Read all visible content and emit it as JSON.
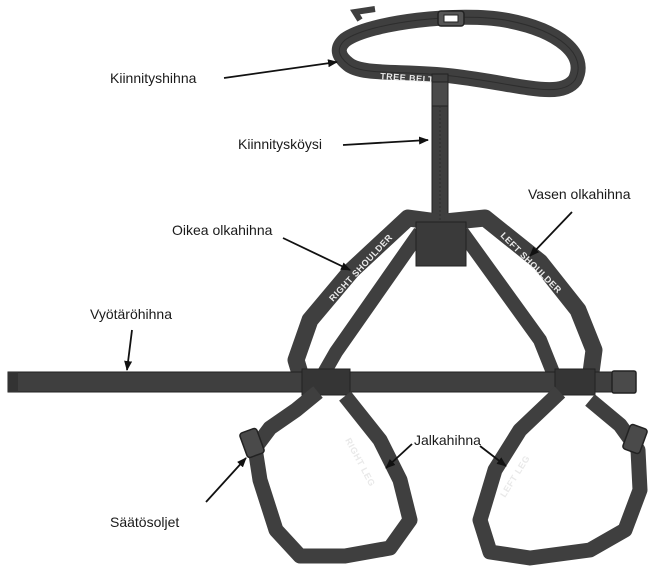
{
  "labels": {
    "tree_belt": "Kiinnityshihna",
    "tether": "Kiinnitysköysi",
    "right_shoulder": "Oikea olkahihna",
    "left_shoulder": "Vasen olkahihna",
    "waist_belt": "Vyötäröhihna",
    "leg_strap": "Jalkahihna",
    "buckles": "Säätösoljet"
  },
  "strap_prints": {
    "tree_belt": "TREE BELT",
    "right_shoulder": "RIGHT SHOULDER",
    "left_shoulder": "LEFT SHOULDER",
    "right_leg": "RIGHT LEG",
    "left_leg": "LEFT LEG"
  },
  "colors": {
    "strap": "#3f3f3f",
    "strap_edge": "#222222",
    "print": "#e9e9e9",
    "arrow": "#111111"
  }
}
